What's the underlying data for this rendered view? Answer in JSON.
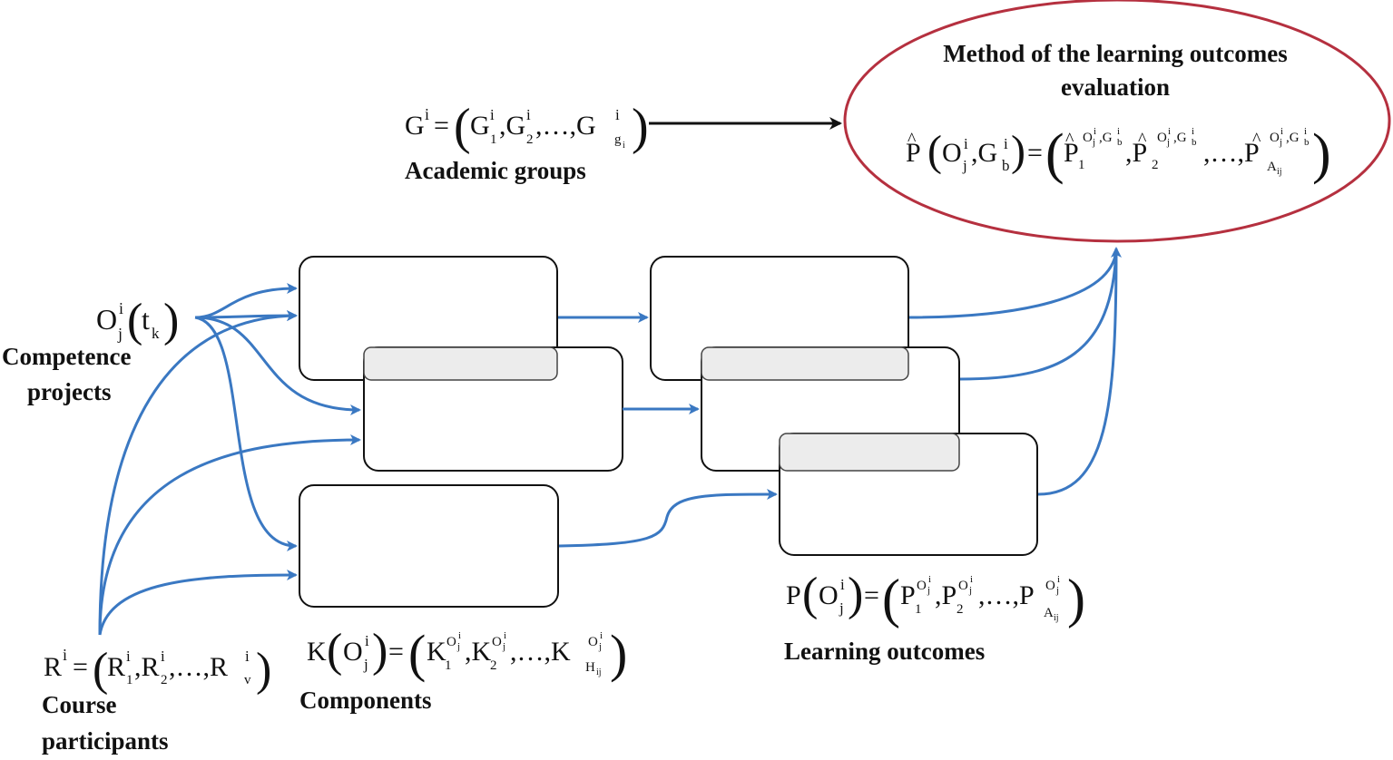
{
  "groups": {
    "math_G": "G",
    "math_i": "i",
    "math_eq": "=",
    "math_list": "G",
    "label": "Academic groups"
  },
  "evaluation": {
    "title_line1": "Method of the learning outcomes",
    "title_line2": "evaluation",
    "formula": "P̂(Oʲⁱ, Gᵇⁱ) = (P̂₁, P̂₂, …, P̂ₐᵢⱼ)"
  },
  "competence": {
    "label_line1": "Competence",
    "label_line2": "projects"
  },
  "participants": {
    "label_line1": "Course",
    "label_line2": "participants"
  },
  "components": {
    "label": "Components"
  },
  "outcomes": {
    "label": "Learning outcomes"
  },
  "colors": {
    "arrow": "#3a78c2",
    "ellipse": "#b5303f",
    "box_border": "#111111",
    "overlap_fill": "#ececec"
  }
}
